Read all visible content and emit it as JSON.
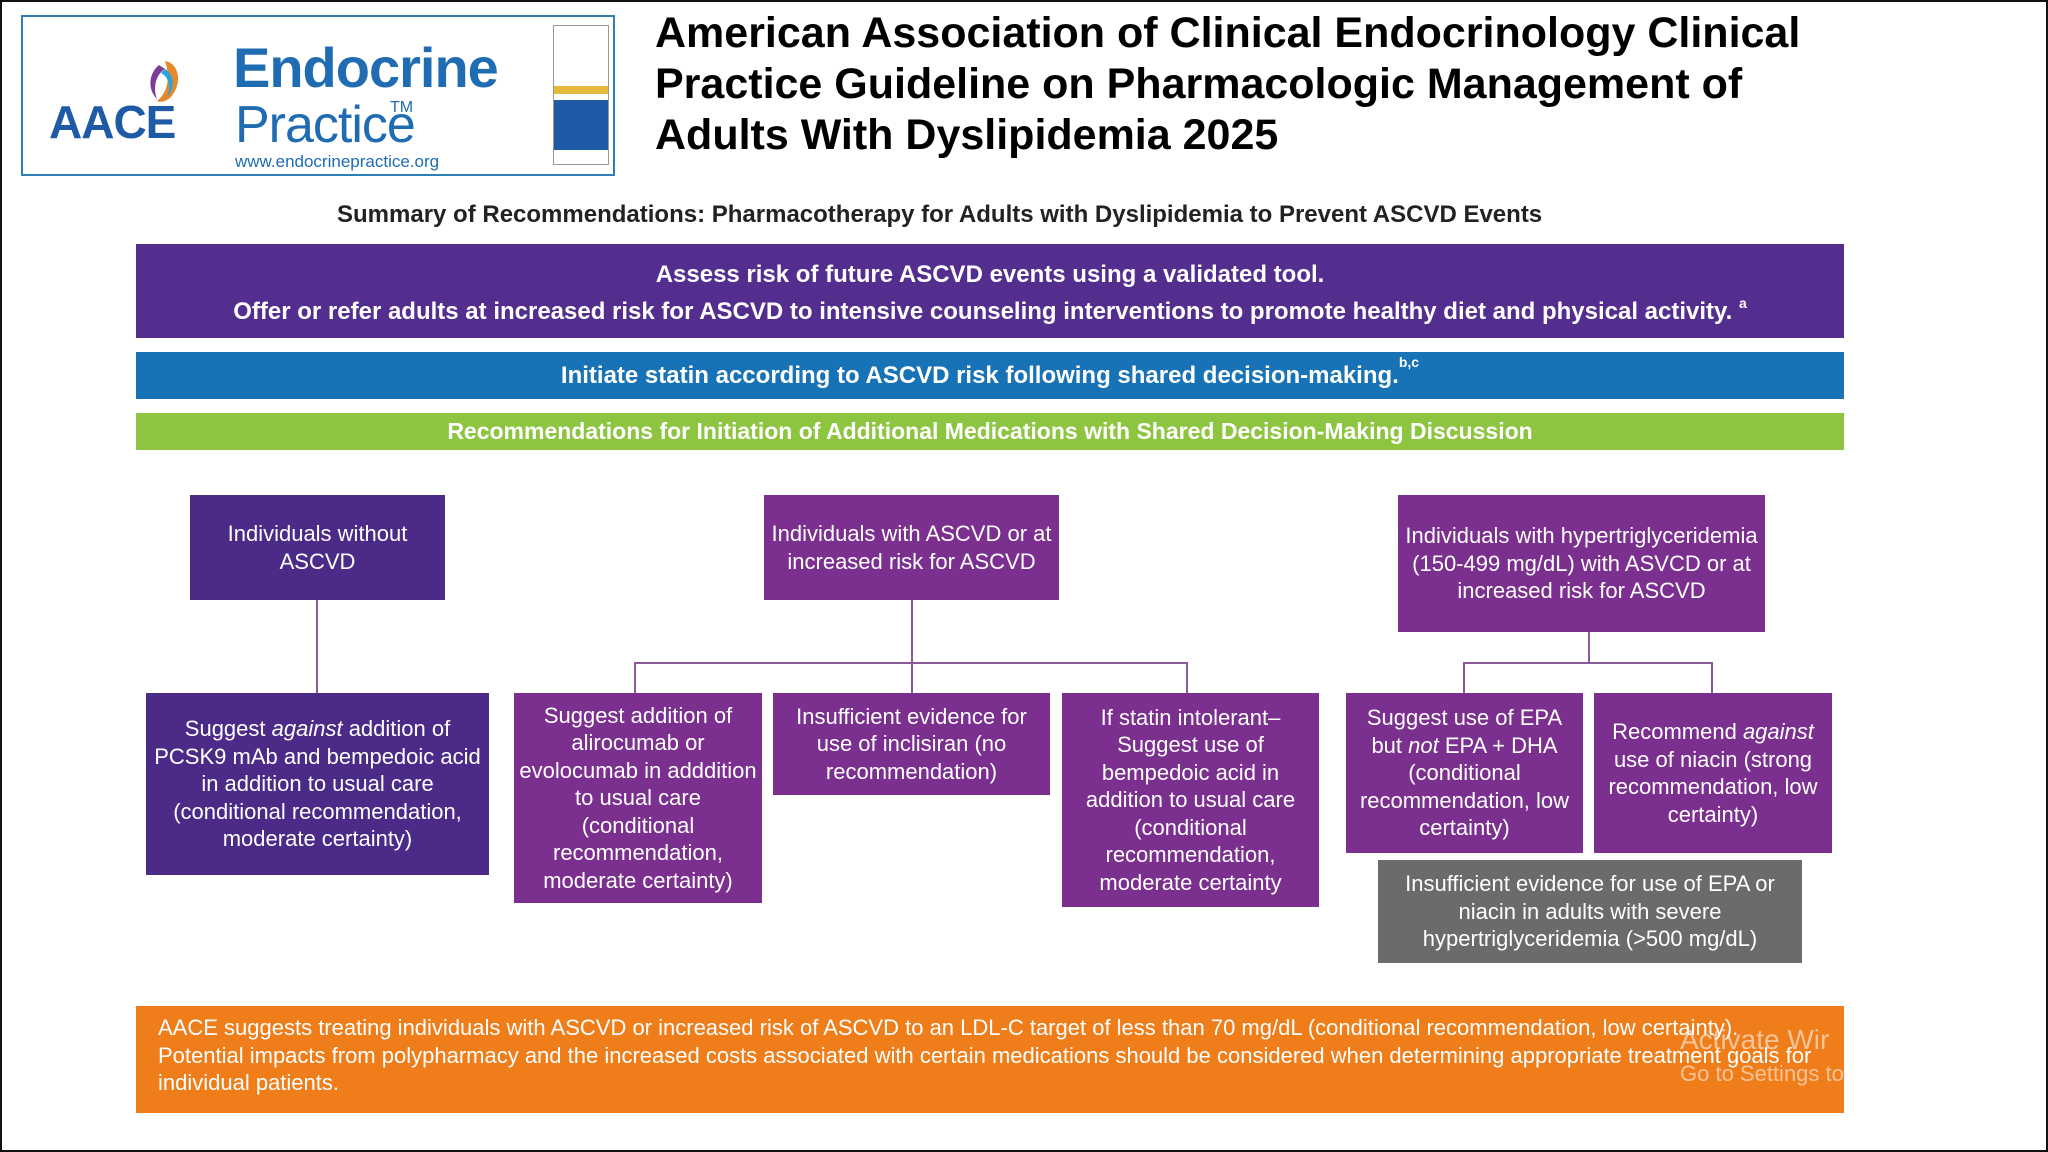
{
  "header": {
    "aace_logo_text": "AACE",
    "journal_name_1": "Endocrine",
    "journal_name_2": "Practice",
    "journal_tm": "TM",
    "journal_url": "www.endocrinepractice.org",
    "title": "American Association of Clinical Endocrinology Clinical Practice Guideline on Pharmacologic Management of Adults With Dyslipidemia 2025"
  },
  "subtitle": "Summary of Recommendations: Pharmacotherapy for Adults with Dyslipidemia to Prevent ASCVD Events",
  "bands": {
    "assess_line1": "Assess risk of future ASCVD events using a validated tool.",
    "assess_line2": "Offer or refer adults at increased risk for ASCVD to intensive counseling interventions to promote healthy diet and physical activity.",
    "assess_sup": "a",
    "statin": "Initiate statin according to ASCVD risk following shared decision-making.",
    "statin_sup": "b,c",
    "additional": "Recommendations for Initiation of Additional Medications with Shared Decision-Making Discussion"
  },
  "groups": {
    "without": {
      "header": "Individuals without ASCVD",
      "rec_pre": "Suggest ",
      "rec_em": "against",
      "rec_post": " addition of PCSK9 mAb and bempedoic acid in addition to usual care (conditional recommendation, moderate certainty)"
    },
    "with": {
      "header": "Individuals with ASCVD or at increased risk for ASCVD",
      "rec1": "Suggest addition of alirocumab or evolocumab in adddition to usual care (conditional recommendation, moderate certainty)",
      "rec2": "Insufficient evidence for use of inclisiran (no recommendation)",
      "rec3": "If statin intolerant– Suggest use of bempedoic acid in addition to usual care (conditional recommendation, moderate certainty"
    },
    "htg": {
      "header": "Individuals with hypertriglyceridemia (150-499 mg/dL) with ASVCD or at increased risk for ASCVD",
      "rec1_pre": "Suggest use of EPA but ",
      "rec1_em": "not",
      "rec1_post": " EPA + DHA (conditional recommendation, low certainty)",
      "rec2_pre": "Recommend ",
      "rec2_em": "against",
      "rec2_post": " use of niacin (strong recommendation, low certainty)",
      "rec3": "Insufficient evidence for use of EPA or niacin in adults with severe hypertriglyceridemia (>500 mg/dL)"
    }
  },
  "footer": "AACE suggests treating individuals with ASCVD or increased risk of ASCVD to an LDL-C target of less than 70 mg/dL (conditional recommendation, low certainty). Potential impacts from polypharmacy and the increased costs associated with certain medications should be considered when determining appropriate treatment goals for individual patients.",
  "watermark": {
    "line1": "Activate Wir",
    "line2": "Go to Settings to"
  },
  "colors": {
    "dark_purple": "#4b2a88",
    "medium_purple": "#7b2f8e",
    "blue_band": "#1873b6",
    "green_band": "#8dc540",
    "orange_footer": "#ef7d1a",
    "gray_box": "#6b6b6b"
  }
}
